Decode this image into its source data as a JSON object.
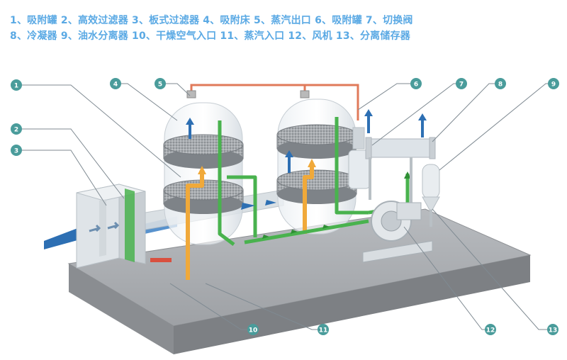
{
  "legend": {
    "line1": "1、吸附罐 2、高效过滤器 3、板式过滤器 4、吸附床 5、蒸汽出口 6、吸附罐 7、切换阀",
    "line2": "8、冷凝器 9、油水分离器 10、干燥空气入口 11、蒸汽入口 12、风机 13、分离储存器"
  },
  "components": [
    {
      "number": "1",
      "name": "吸附罐"
    },
    {
      "number": "2",
      "name": "高效过滤器"
    },
    {
      "number": "3",
      "name": "板式过滤器"
    },
    {
      "number": "4",
      "name": "吸附床"
    },
    {
      "number": "5",
      "name": "蒸汽出口"
    },
    {
      "number": "6",
      "name": "吸附罐"
    },
    {
      "number": "7",
      "name": "切换阀"
    },
    {
      "number": "8",
      "name": "冷凝器"
    },
    {
      "number": "9",
      "name": "油水分离器"
    },
    {
      "number": "10",
      "name": "干燥空气入口"
    },
    {
      "number": "11",
      "name": "蒸汽入口"
    },
    {
      "number": "12",
      "name": "风机"
    },
    {
      "number": "13",
      "name": "分离储存器"
    }
  ],
  "colors": {
    "legend_text": "#5aa9e4",
    "badge": "#4a9c9b",
    "steam_pipe": "#e07a5a",
    "green_flow": "#49b24e",
    "orange_flow": "#f0a93a",
    "air_flow": "#2d6fb3",
    "platform": "#9fa2a6"
  }
}
